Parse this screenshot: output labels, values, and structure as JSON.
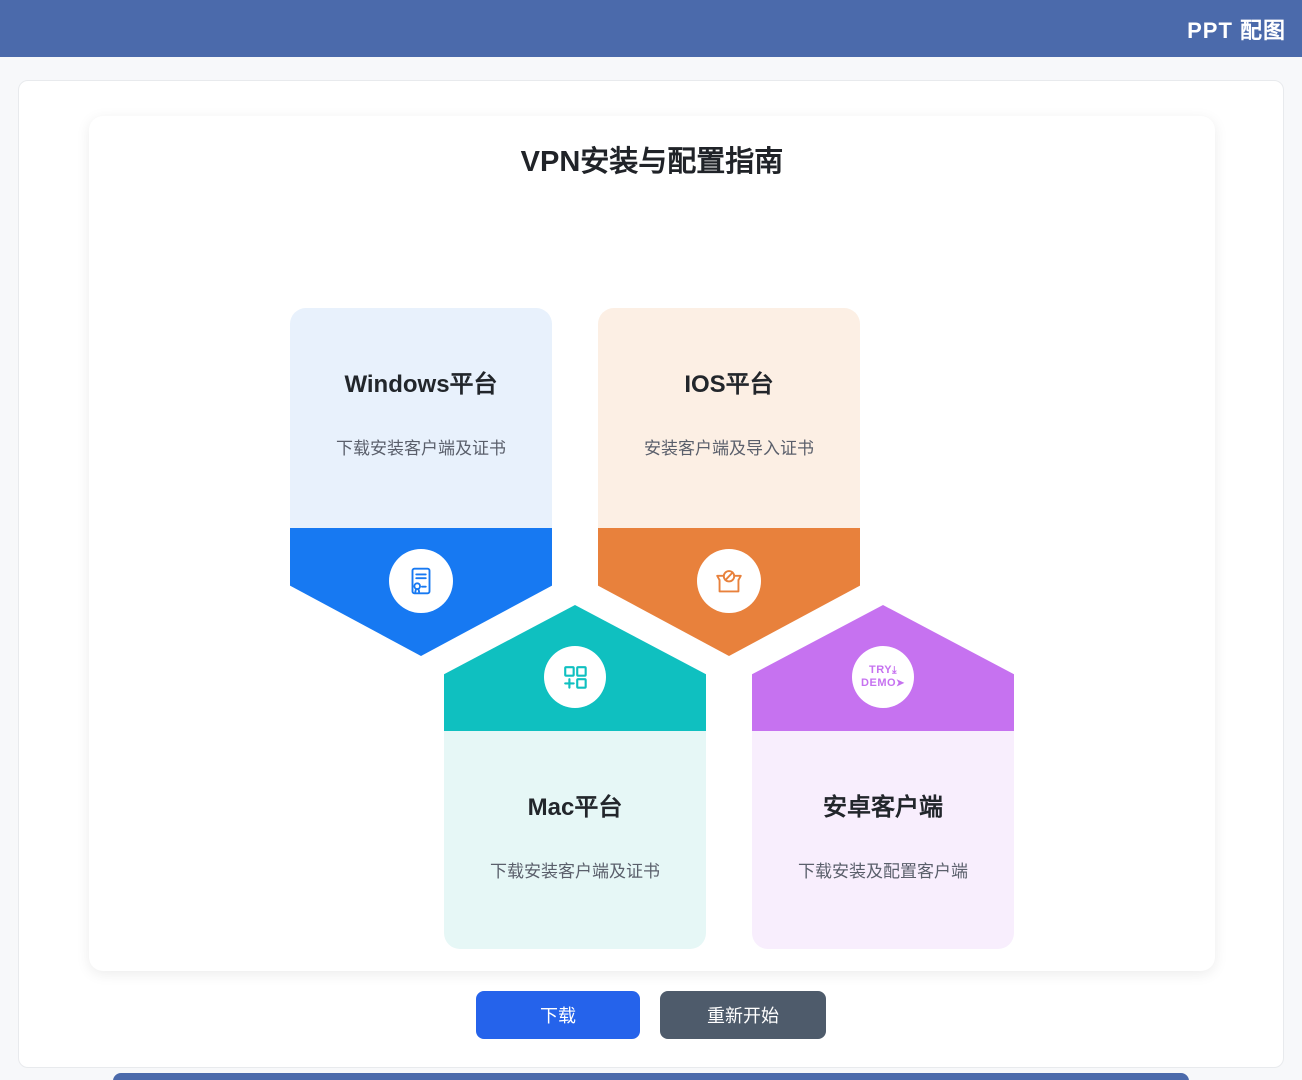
{
  "header": {
    "title": "PPT 配图",
    "bg_color": "#4b6aab"
  },
  "main": {
    "title": "VPN安装与配置指南",
    "platforms": [
      {
        "id": "windows",
        "title": "Windows平台",
        "subtitle": "下载安装客户端及证书",
        "accent": "#1779f2",
        "light": "#e8f1fc",
        "icon": "certificate-document-icon"
      },
      {
        "id": "ios",
        "title": "IOS平台",
        "subtitle": "安装客户端及导入证书",
        "accent": "#e8813c",
        "light": "#fcefe4",
        "icon": "package-prohibit-icon"
      },
      {
        "id": "mac",
        "title": "Mac平台",
        "subtitle": "下载安装客户端及证书",
        "accent": "#0fc0c0",
        "light": "#e6f7f6",
        "icon": "qr-code-icon"
      },
      {
        "id": "android",
        "title": "安卓客户端",
        "subtitle": "下载安装及配置客户端",
        "accent": "#c672f0",
        "light": "#f8eefd",
        "icon": "try-demo-icon",
        "icon_text_line1": "TRY",
        "icon_text_line2": "DEMO"
      }
    ],
    "buttons": {
      "download": {
        "label": "下载",
        "bg_color": "#2563eb"
      },
      "restart": {
        "label": "重新开始",
        "bg_color": "#4e5b6b"
      }
    }
  }
}
